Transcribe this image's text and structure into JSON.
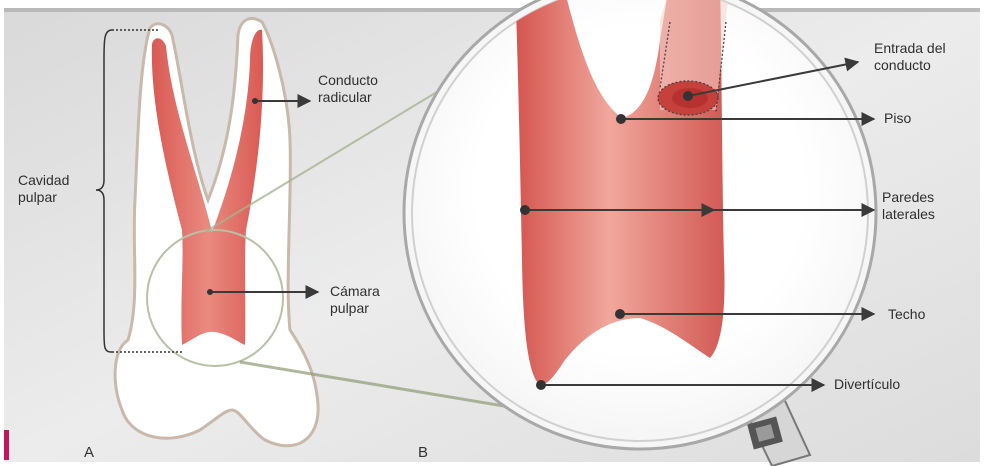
{
  "panel_a": {
    "letter": "A",
    "labels": {
      "cavidad_pulpar": "Cavidad\npulpar",
      "conducto_radicular": "Conducto\nradicular",
      "camara_pulpar": "Cámara\npulpar"
    }
  },
  "panel_b": {
    "letter": "B",
    "labels": {
      "entrada_conducto": "Entrada del\nconducto",
      "piso": "Piso",
      "paredes_laterales": "Paredes\nlaterales",
      "techo": "Techo",
      "diverticulo": "Divertículo"
    }
  },
  "colors": {
    "background": "#e6e6e6",
    "pulp": "#d9645f",
    "pulp_light": "#f0b0a4",
    "dentin": "#ffffff",
    "arrow": "#3a3a3a"
  }
}
